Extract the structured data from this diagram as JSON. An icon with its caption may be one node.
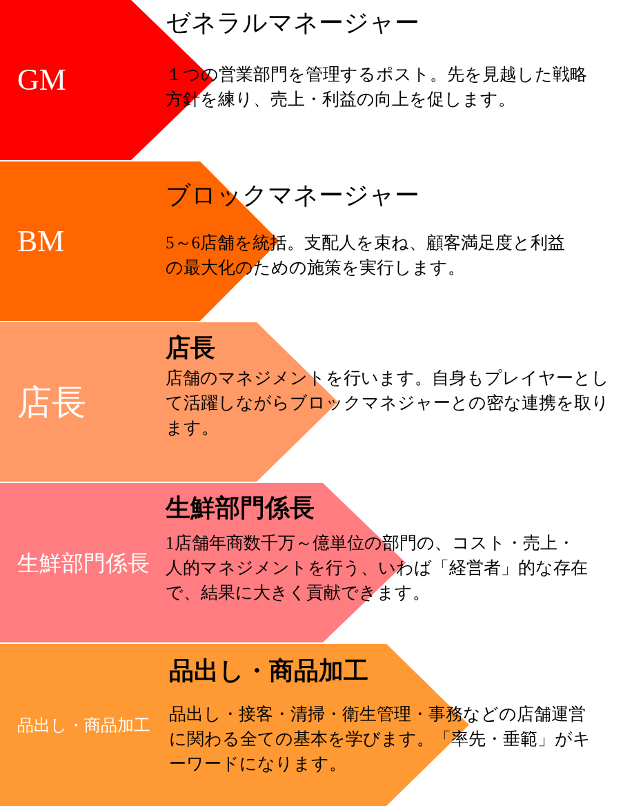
{
  "diagram": {
    "nodes": [
      {
        "text": [
          "GM",
          "ゼネラルマネージャー",
          "１つの営業部門を管理するポスト。先を見越した戦略方針を練り、売上・利益の向上を促します。"
        ]
      },
      {
        "text": [
          "BM",
          "ブロックマネージャー",
          "5～6店舗を統括。支配人を束ね、顧客満足度と利益の最大化のための施策を実行します。"
        ]
      },
      {
        "text": [
          "店長",
          "店長",
          "店舗のマネジメントを行います。自身もプレイヤーとして活躍しながらブロックマネジャーとの密な連携を取ります。"
        ]
      },
      {
        "text": [
          "生鮮部門係長",
          "生鮮部門係長",
          "1店舗年商数千万～億単位の部門の、コスト・売上・人的マネジメントを行う、いわば「経営者」的な存在で、結果に大きく貢献できます。"
        ]
      },
      {
        "text": [
          "品出し・商品加工",
          "品出し・商品加工",
          "品出し・接客・清掃・衛生管理・事務などの店舗運営に関わる全ての基本を学びます。「率先・垂範」がキーワードになります。"
        ]
      }
    ]
  }
}
